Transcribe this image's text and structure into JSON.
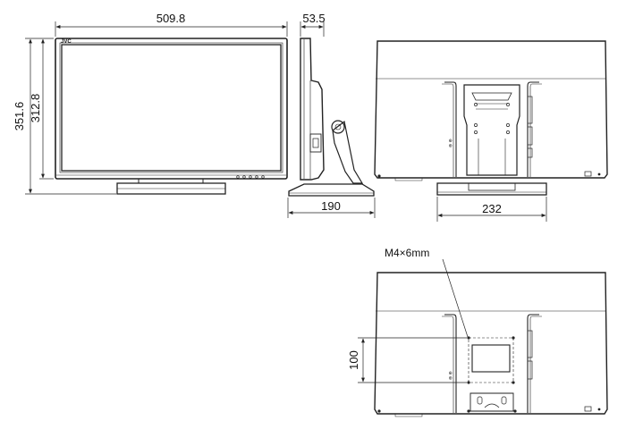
{
  "brand": "JVC",
  "dimensions": {
    "width": "509.8",
    "depth": "53.5",
    "overall_height": "351.6",
    "screen_height": "312.8",
    "stand_depth": "190",
    "stand_width": "232",
    "vesa_pitch": "100"
  },
  "annotations": {
    "screw_spec": "M4×6mm"
  },
  "colors": {
    "line": "#222222",
    "fill": "#ffffff"
  }
}
